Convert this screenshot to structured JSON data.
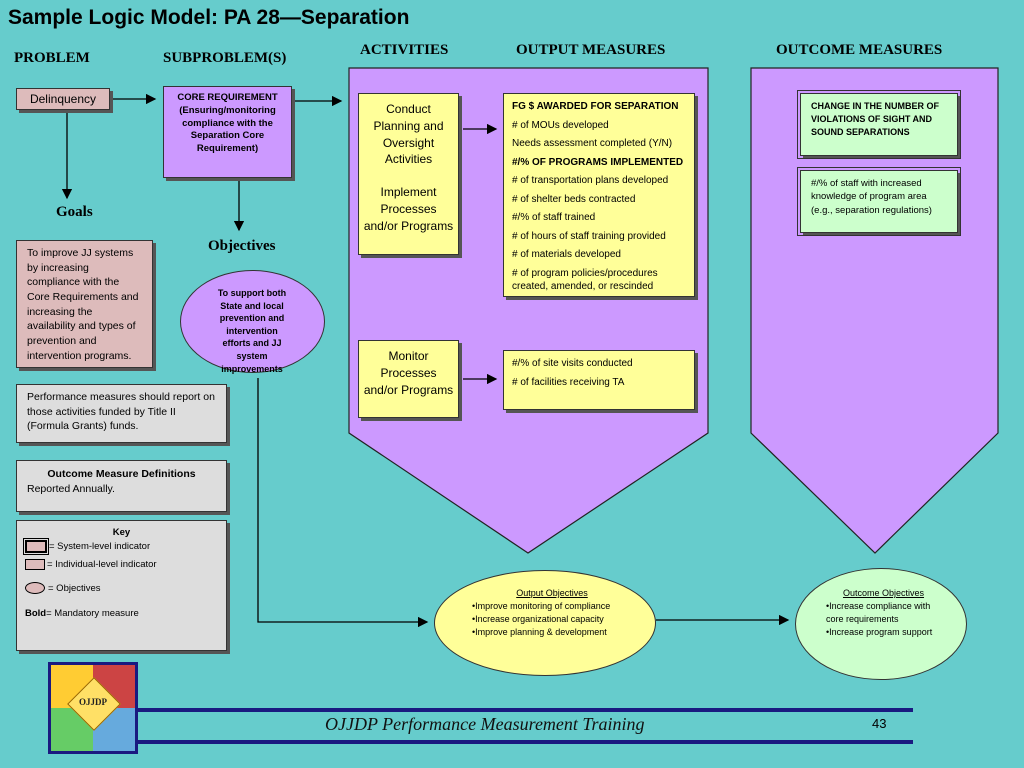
{
  "title": "Sample Logic Model: PA 28—Separation",
  "headers": {
    "problem": "PROBLEM",
    "subproblems": "SUBPROBLEM(S)",
    "activities": "ACTIVITIES",
    "output_measures": "OUTPUT MEASURES",
    "outcome_measures": "OUTCOME MEASURES"
  },
  "problem_box": "Delinquency",
  "subproblem_box": "CORE REQUIREMENT (Ensuring/monitoring compliance with the Separation Core Requirement)",
  "goals_label": "Goals",
  "goals_text": "To improve JJ systems by increasing compliance with the Core Requirements and increasing the availability and types of prevention and intervention programs.",
  "objectives_label": "Objectives",
  "objectives_text": "To support both State and local prevention and intervention efforts and JJ system improvements",
  "performance_note": "Performance measures should report on those activities funded by Title II (Formula Grants) funds.",
  "definitions": {
    "title": "Outcome Measure Definitions",
    "text": "Reported Annually."
  },
  "key": {
    "title": "Key",
    "system_level": "= System-level indicator",
    "individual_level": "= Individual-level indicator",
    "objectives": "= Objectives",
    "bold_word": "Bold",
    "bold_desc": "= Mandatory measure"
  },
  "activities": {
    "conduct": "Conduct Planning and Oversight Activities",
    "implement": "Implement Processes and/or Programs",
    "monitor": "Monitor Processes and/or Programs"
  },
  "output_measures_1": [
    {
      "text": "FG $ AWARDED FOR SEPARATION",
      "bold": true
    },
    {
      "text": "# of MOUs developed",
      "bold": false
    },
    {
      "text": "Needs assessment completed (Y/N)",
      "bold": false
    },
    {
      "text": "#/% OF PROGRAMS IMPLEMENTED",
      "bold": true
    },
    {
      "text": "# of transportation plans developed",
      "bold": false
    },
    {
      "text": "# of shelter beds contracted",
      "bold": false
    },
    {
      "text": "#/% of staff trained",
      "bold": false
    },
    {
      "text": "# of hours of staff training provided",
      "bold": false
    },
    {
      "text": "# of materials developed",
      "bold": false
    },
    {
      "text": "# of program policies/procedures created, amended, or rescinded",
      "bold": false
    }
  ],
  "output_measures_2": [
    {
      "text": "#/% of site visits conducted"
    },
    {
      "text": "# of facilities receiving TA"
    }
  ],
  "outcome_box_1": "CHANGE IN THE NUMBER OF VIOLATIONS OF SIGHT AND SOUND SEPARATIONS",
  "outcome_box_2": "#/% of staff with increased knowledge of program area (e.g., separation regulations)",
  "output_objectives": {
    "title": "Output Objectives",
    "items": [
      "•Improve monitoring of compliance",
      "•Increase organizational capacity",
      "•Improve planning & development"
    ]
  },
  "outcome_objectives": {
    "title": "Outcome Objectives",
    "items": [
      "•Increase compliance with core requirements",
      "•Increase program support"
    ]
  },
  "footer": {
    "logo_text": "OJJDP",
    "training": "OJJDP Performance Measurement Training",
    "page": "43"
  },
  "colors": {
    "background": "#66cccc",
    "purple": "#cc99ff",
    "yellow": "#ffff99",
    "green": "#ccffcc",
    "pink": "#ddbbbb",
    "footer_line": "#1a1a80"
  }
}
